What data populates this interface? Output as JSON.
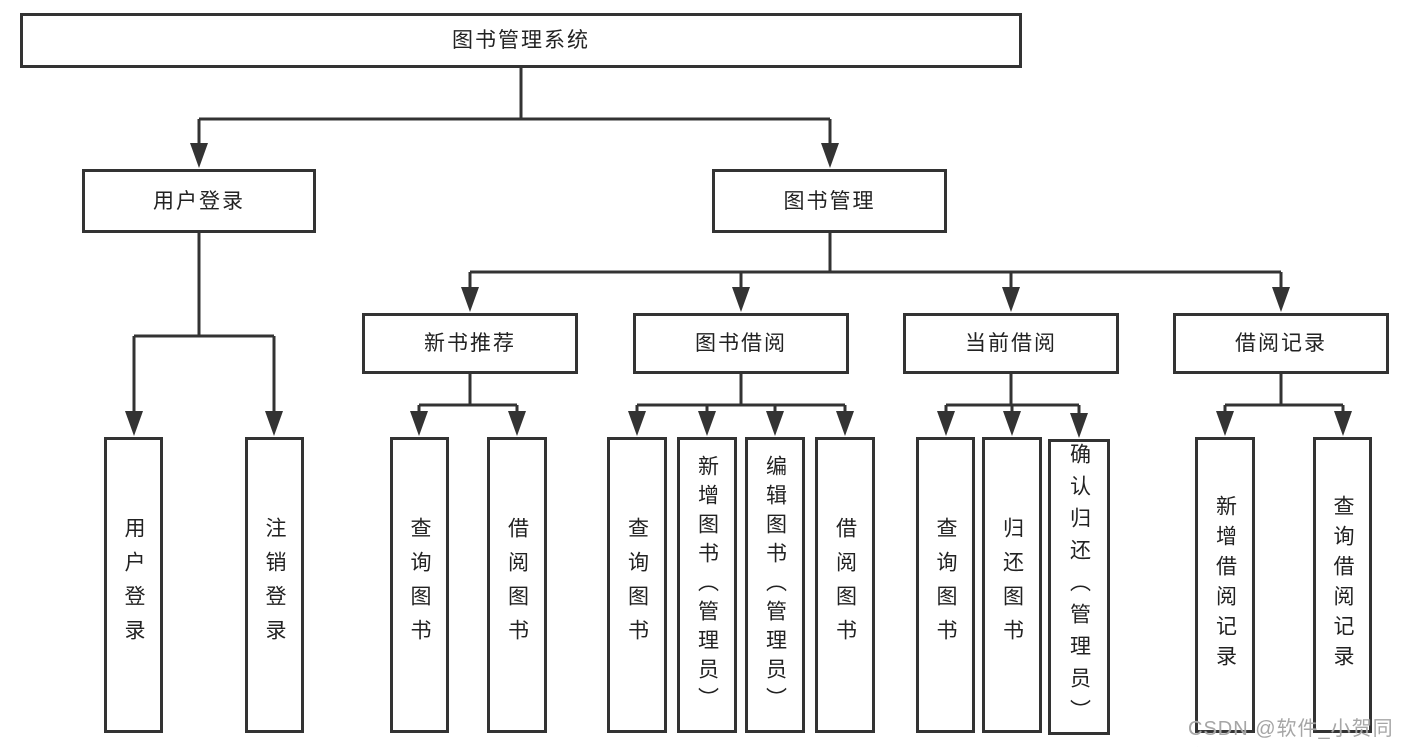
{
  "diagram": {
    "nodes": {
      "root": "图书管理系统",
      "user_login": "用户登录",
      "book_mgmt": "图书管理",
      "new_book_recommend": "新书推荐",
      "book_borrow": "图书借阅",
      "current_borrow": "当前借阅",
      "borrow_record": "借阅记录"
    },
    "leaves": [
      "用户登录",
      "注销登录",
      "查询图书",
      "借阅图书",
      "查询图书",
      "新增图书（管理员）",
      "编辑图书（管理员）",
      "借阅图书",
      "查询图书",
      "归还图书",
      "确认归还（管理员）",
      "新增借阅记录",
      "查询借阅记录"
    ],
    "watermark": "CSDN @软件_小贺同学",
    "colors": {
      "line": "#333333",
      "text": "#222222",
      "watermark": "#a6a6a6",
      "background": "#ffffff"
    }
  }
}
